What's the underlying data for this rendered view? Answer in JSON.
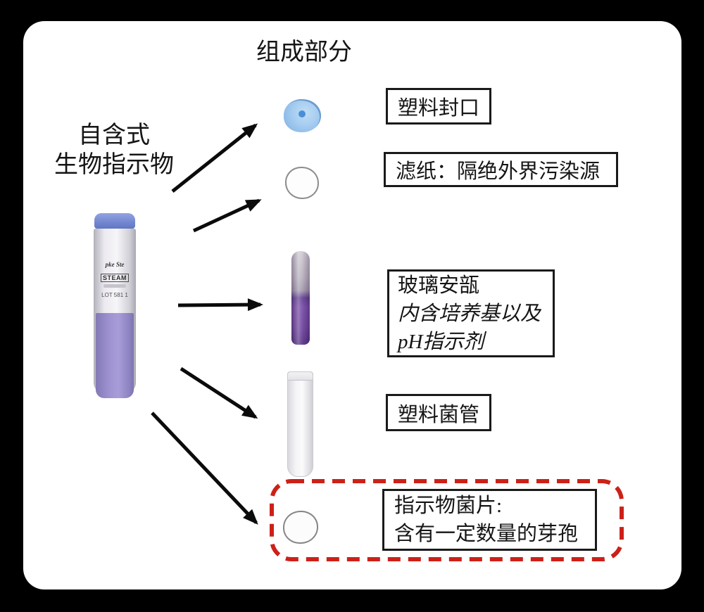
{
  "title": "组成部分",
  "source": {
    "line1": "自含式",
    "line2": "生物指示物",
    "vial_label": {
      "brand": "pke Ste",
      "type": "STEAM",
      "lot": "LOT 581 1"
    }
  },
  "components": [
    {
      "id": "plastic-cap",
      "lines": [
        "塑料封口"
      ]
    },
    {
      "id": "filter-paper",
      "lines": [
        "滤纸：隔绝外界污染源"
      ]
    },
    {
      "id": "glass-ampoule",
      "lines": [
        "玻璃安瓿",
        "内含培养基以及",
        "pH指示剂"
      ]
    },
    {
      "id": "plastic-tube",
      "lines": [
        "塑料菌管"
      ]
    },
    {
      "id": "spore-disc",
      "lines": [
        "指示物菌片:",
        "含有一定数量的芽孢"
      ]
    }
  ],
  "colors": {
    "highlight_dash": "#cc2118",
    "arrow": "#0b0b0b",
    "cap_blue": "#9cc8ee",
    "cap_hole_blue": "#4b8ed8",
    "ampoule_purple": "#6a3d9a",
    "vial_liquid_purple": "#9e92d1"
  }
}
